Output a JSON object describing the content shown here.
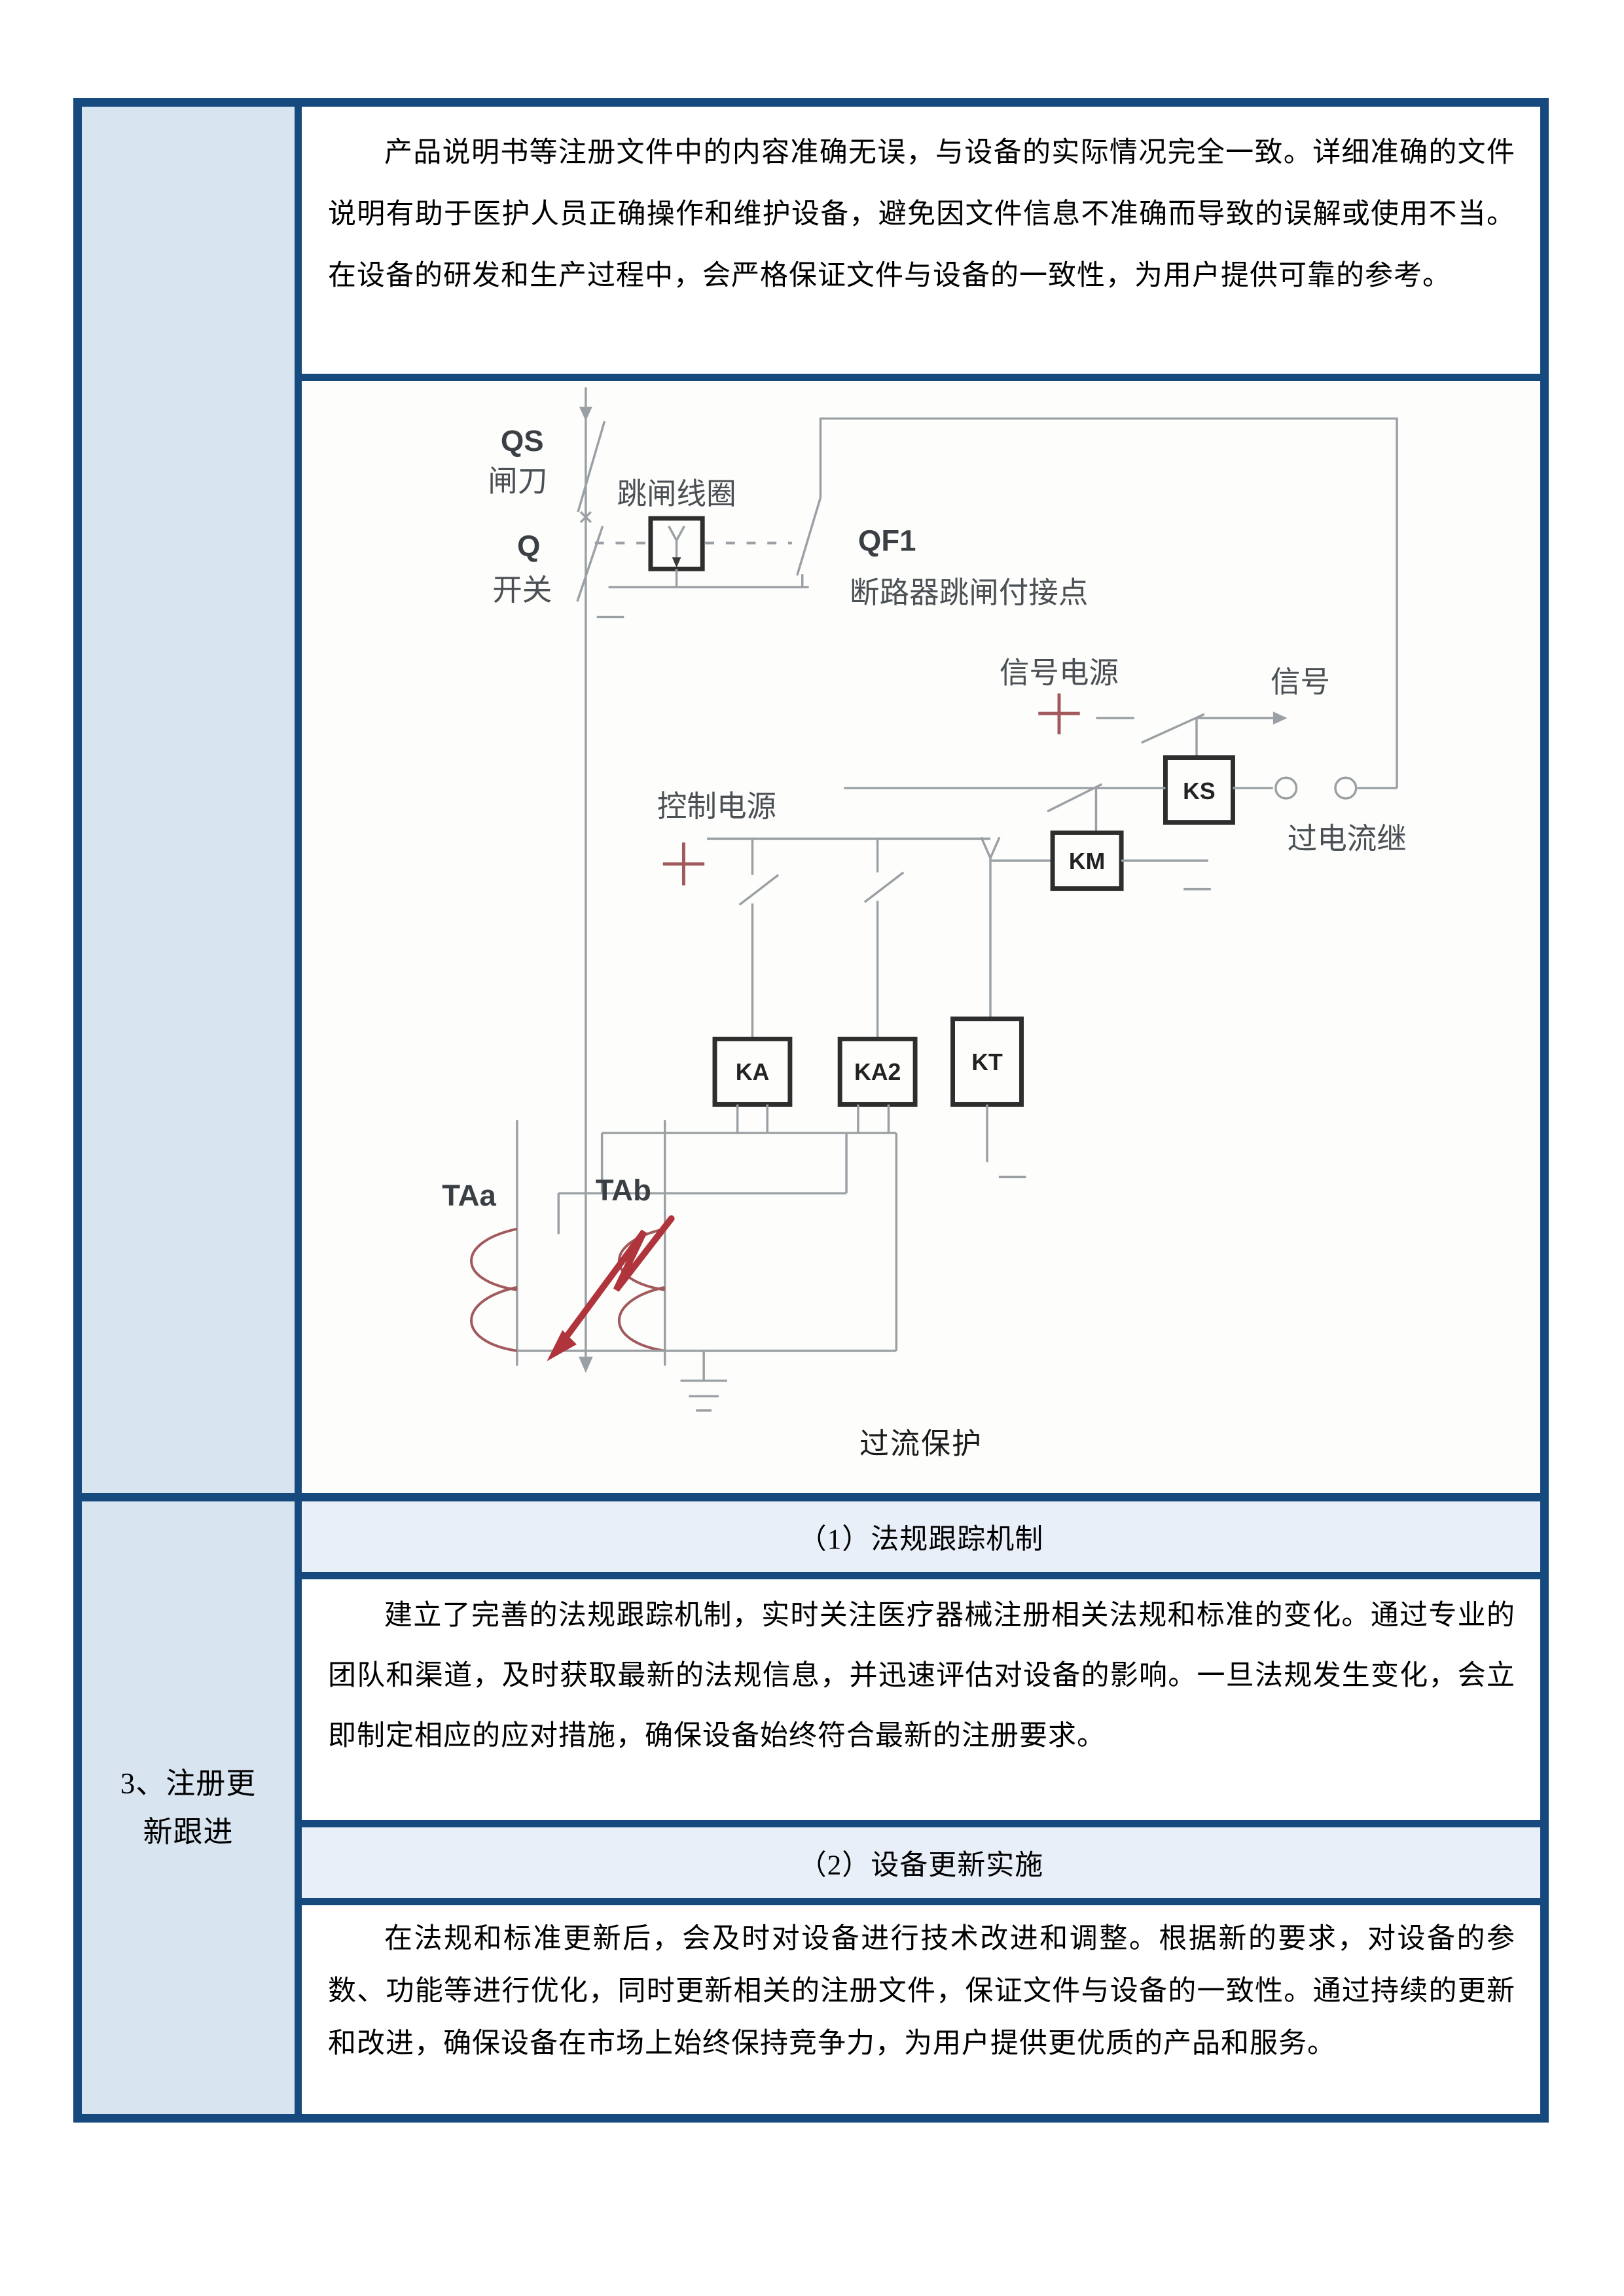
{
  "colors": {
    "border": "#164A7E",
    "left_cell_bg": "#D9E4F1",
    "header_cell_bg": "#E9EFF8"
  },
  "table": {
    "row1": {
      "paragraph": "产品说明书等注册文件中的内容准确无误，与设备的实际情况完全一致。详细准确的文件说明有助于医护人员正确操作和维护设备，避免因文件信息不准确而导致的误解或使用不当。在设备的研发和生产过程中，会严格保证文件与设备的一致性，为用户提供可靠的参考。",
      "diagram": {
        "caption": "过流保护",
        "labels": {
          "qs": "QS",
          "qs_name": "闸刀",
          "trip_coil": "跳闸线圈",
          "q": "Q",
          "q_name": "开关",
          "qf1": "QF1",
          "qf1_name": "断路器跳闸付接点",
          "signal_power": "信号电源",
          "signal": "信号",
          "control_power": "控制电源",
          "ks": "KS",
          "km": "KM",
          "ka": "KA",
          "ka2": "KA2",
          "kt": "KT",
          "taa": "TAa",
          "tab": "TAb",
          "overcurrent": "过电流继"
        }
      }
    },
    "row2": {
      "label_line1": "3、注册更",
      "label_line2": "新跟进",
      "sections": [
        {
          "header": "（1）法规跟踪机制",
          "body": "建立了完善的法规跟踪机制，实时关注医疗器械注册相关法规和标准的变化。通过专业的团队和渠道，及时获取最新的法规信息，并迅速评估对设备的影响。一旦法规发生变化，会立即制定相应的应对措施，确保设备始终符合最新的注册要求。"
        },
        {
          "header": "（2）设备更新实施",
          "body": "在法规和标准更新后，会及时对设备进行技术改进和调整。根据新的要求，对设备的参数、功能等进行优化，同时更新相关的注册文件，保证文件与设备的一致性。通过持续的更新和改进，确保设备在市场上始终保持竞争力，为用户提供更优质的产品和服务。"
        }
      ]
    }
  }
}
